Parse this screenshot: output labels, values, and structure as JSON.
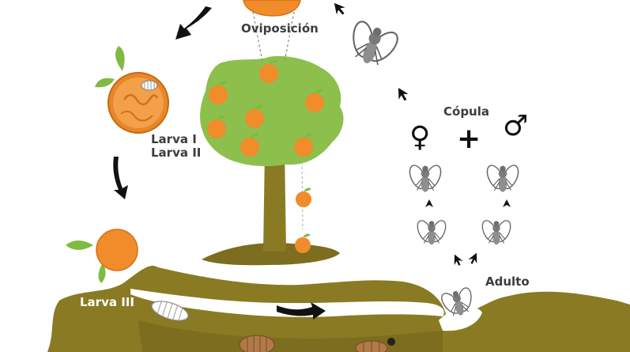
{
  "labels": {
    "oviposition": "Oviposición",
    "larva_1": "Larva I",
    "larva_2": "Larva II",
    "larva_3": "Larva III",
    "copulation": "Cópula",
    "adult": "Adulto"
  },
  "symbols": {
    "female": "♀",
    "plus": "+",
    "male": "♂"
  },
  "colors": {
    "soil": "#8a7a23",
    "soil_light": "#9b8a2c",
    "canopy": "#8dbf4c",
    "orange": "#f08c2a",
    "orange_dark": "#d86f14",
    "leaf": "#7fba42",
    "fly_body": "#9a9a9a",
    "arrow": "#111111",
    "pupa": "#b07a4a"
  },
  "icons": [
    "orange-fruit-icon",
    "fly-icon",
    "larva-icon",
    "pupa-icon",
    "arrow-icon",
    "female-symbol",
    "male-symbol"
  ]
}
